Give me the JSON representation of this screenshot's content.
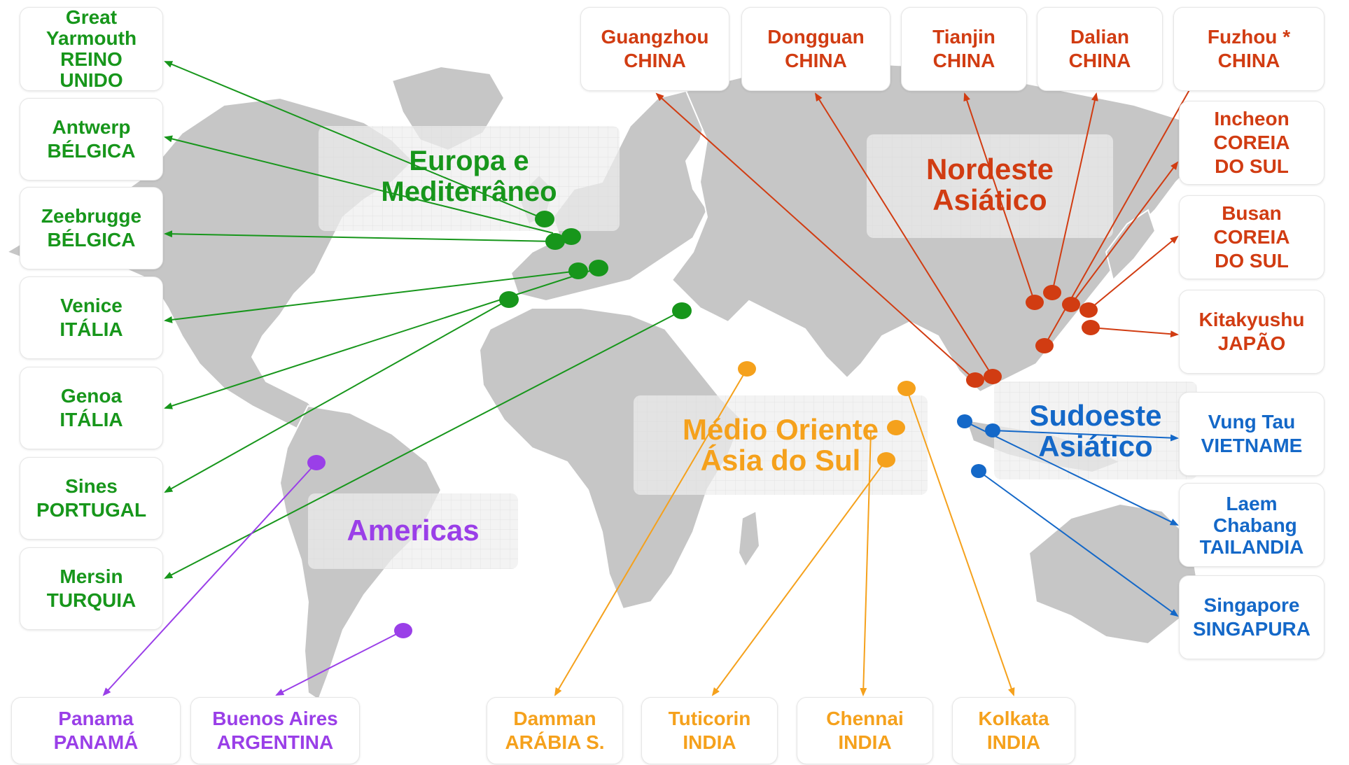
{
  "regions": {
    "europe": {
      "line1": "Europa e",
      "line2": "Mediterrâneo",
      "color": "#17961b"
    },
    "northeast_asia": {
      "line1": "Nordeste",
      "line2": "Asiático",
      "color": "#d13c12"
    },
    "middle_east": {
      "line1": "Médio Oriente",
      "line2": "Ásia do Sul",
      "color": "#f5a11c"
    },
    "southeast_asia": {
      "line1": "Sudoeste",
      "line2": "Asiático",
      "color": "#1468c8"
    },
    "americas": {
      "line1": "Americas",
      "color": "#9a3fe8"
    }
  },
  "ports": {
    "great_yarmouth": {
      "city": "Great Yarmouth",
      "country": "REINO UNIDO"
    },
    "antwerp": {
      "city": "Antwerp",
      "country": "BÉLGICA"
    },
    "zeebrugge": {
      "city": "Zeebrugge",
      "country": "BÉLGICA"
    },
    "venice": {
      "city": "Venice",
      "country": "ITÁLIA"
    },
    "genoa": {
      "city": "Genoa",
      "country": "ITÁLIA"
    },
    "sines": {
      "city": "Sines",
      "country": "PORTUGAL"
    },
    "mersin": {
      "city": "Mersin",
      "country": "TURQUIA"
    },
    "guangzhou": {
      "city": "Guangzhou",
      "country": "CHINA"
    },
    "dongguan": {
      "city": "Dongguan",
      "country": "CHINA"
    },
    "tianjin": {
      "city": "Tianjin",
      "country": "CHINA"
    },
    "dalian": {
      "city": "Dalian",
      "country": "CHINA"
    },
    "fuzhou": {
      "city": "Fuzhou *",
      "country": "CHINA"
    },
    "incheon": {
      "city": "Incheon",
      "country": "COREIA DO SUL"
    },
    "busan": {
      "city": "Busan",
      "country": "COREIA DO SUL"
    },
    "kitakyushu": {
      "city": "Kitakyushu",
      "country": "JAPÃO"
    },
    "vung_tau": {
      "city": "Vung Tau",
      "country": "VIETNAME"
    },
    "laem_chabang": {
      "city": "Laem Chabang",
      "country": "TAILANDIA"
    },
    "singapore": {
      "city": "Singapore",
      "country": "SINGAPURA"
    },
    "panama": {
      "city": "Panama",
      "country": "PANAMÁ"
    },
    "buenos_aires": {
      "city": "Buenos Aires",
      "country": "ARGENTINA"
    },
    "damman": {
      "city": "Damman",
      "country": "ARÁBIA S."
    },
    "tuticorin": {
      "city": "Tuticorin",
      "country": "INDIA"
    },
    "chennai": {
      "city": "Chennai",
      "country": "INDIA"
    },
    "kolkata": {
      "city": "Kolkata",
      "country": "INDIA"
    }
  }
}
